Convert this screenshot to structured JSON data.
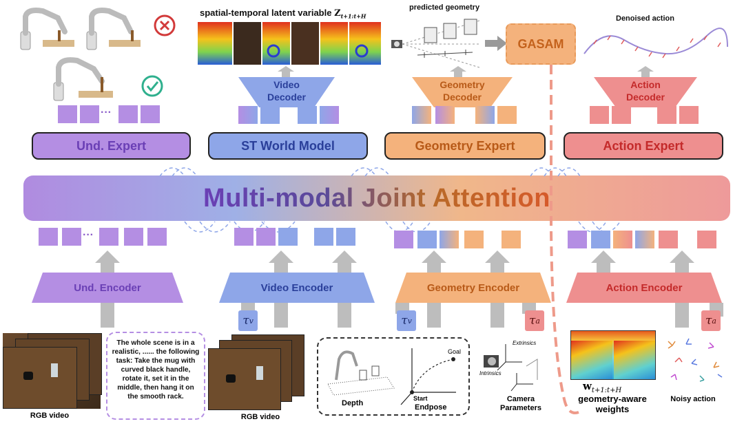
{
  "attention": {
    "label": "Multi-modal Joint Attention"
  },
  "experts": {
    "und": "Und. Expert",
    "world": "ST World Model",
    "geometry": "Geometry Expert",
    "action": "Action Expert"
  },
  "decoders": {
    "video": "Video\nDecoder",
    "geometry": "Geometry\nDecoder",
    "action": "Action\nDecoder"
  },
  "encoders": {
    "und": "Und. Encoder",
    "video": "Video Encoder",
    "geometry": "Geometry Encoder",
    "action": "Action Encoder"
  },
  "tau": {
    "v": "τ",
    "v_sub": "v",
    "a": "τ",
    "a_sub": "a"
  },
  "top": {
    "latent_label": "spatial-temporal latent variable ",
    "latent_symbol": "Z",
    "latent_sub": "t+1:t+H",
    "predicted_geometry": "predicted geometry",
    "gasam": "GASAM",
    "denoised_action": "Denoised action"
  },
  "bottom": {
    "rgb_video_1": "RGB video",
    "rgb_video_2": "RGB video",
    "instruction": "The whole scene is in a realistic, ...... the following task: Take the mug with curved black handle, rotate it, set it in the middle, then hang it on the smooth rack.",
    "depth": "Depth",
    "endpose": "Endpose",
    "start": "Start",
    "goal": "Goal",
    "extrinsics": "Extrinsics",
    "intrinsics": "Intrinsics",
    "camera_params": "Camera\nParameters",
    "weights_symbol": "w",
    "weights_sub": "t+1:t+H",
    "weights_label": "geometry-aware\nweights",
    "noisy_action": "Noisy action"
  },
  "colors": {
    "purple": "#b48ee3",
    "blue": "#8ea6e8",
    "orange": "#f4b27c",
    "red": "#ee8f8f"
  }
}
